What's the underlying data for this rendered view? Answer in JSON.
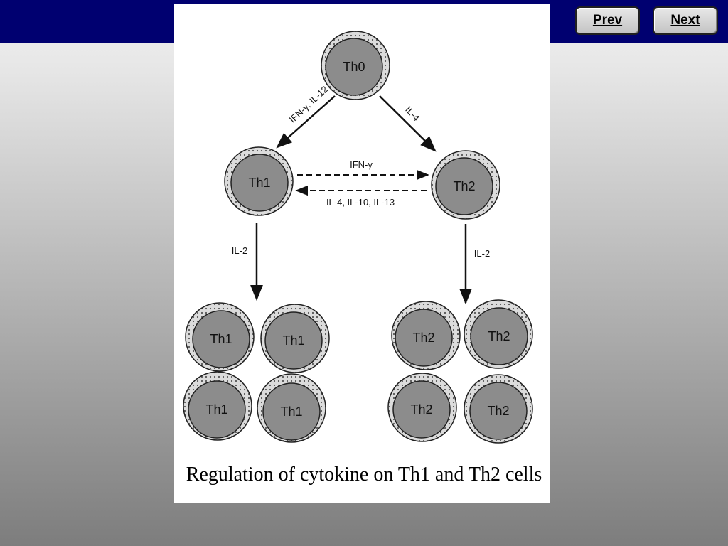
{
  "nav": {
    "prev_label": "Prev",
    "next_label": "Next"
  },
  "diagram": {
    "cells": {
      "th0": "Th0",
      "th1": "Th1",
      "th2": "Th2",
      "th1_1": "Th1",
      "th1_2": "Th1",
      "th1_3": "Th1",
      "th1_4": "Th1",
      "th2_1": "Th2",
      "th2_2": "Th2",
      "th2_3": "Th2",
      "th2_4": "Th2"
    },
    "labels": {
      "th0_to_th1": "IFN-γ, IL-12",
      "th0_to_th2": "IL-4",
      "th1_to_th2": "IFN-γ",
      "th2_to_th1": "IL-4, IL-10, IL-13",
      "th1_expand": "IL-2",
      "th2_expand": "IL-2"
    }
  },
  "caption": "Regulation of cytokine on Th1 and Th2 cells",
  "colors": {
    "header_bar": "#000070",
    "cell_outer": "#d6d6d6",
    "cell_inner": "#8c8c8c"
  }
}
